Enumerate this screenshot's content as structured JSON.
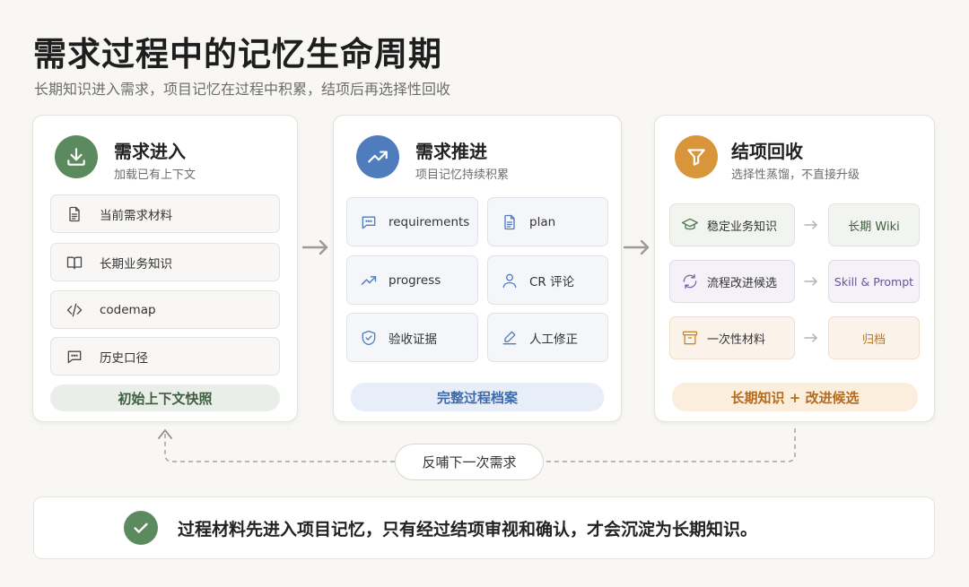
{
  "title": "需求过程中的记忆生命周期",
  "subtitle": "长期知识进入需求，项目记忆在过程中积累，结项后再选择性回收",
  "left": {
    "title": "需求进入",
    "subtitle": "加载已有上下文",
    "items": [
      "当前需求材料",
      "长期业务知识",
      "codemap",
      "历史口径"
    ],
    "footer": "初始上下文快照"
  },
  "middle": {
    "title": "需求推进",
    "subtitle": "项目记忆持续积累",
    "items": [
      "requirements",
      "plan",
      "progress",
      "CR 评论",
      "验收证据",
      "人工修正"
    ],
    "footer": "完整过程档案"
  },
  "right": {
    "title": "结项回收",
    "subtitle": "选择性蒸馏，不直接升级",
    "rows": [
      {
        "from": "稳定业务知识",
        "to": "长期 Wiki"
      },
      {
        "from": "流程改进候选",
        "to": "Skill & Prompt"
      },
      {
        "from": "一次性材料",
        "to": "归档"
      }
    ],
    "footer": "长期知识 + 改进候选"
  },
  "feedback_label": "反哺下一次需求",
  "conclusion": "过程材料先进入项目记忆，只有经过结项审视和确认，才会沉淀为长期知识。",
  "colors": {
    "green": "#5b8a5e",
    "blue": "#4f7cbd",
    "orange": "#d8953a",
    "purple": "#7a62a8"
  }
}
